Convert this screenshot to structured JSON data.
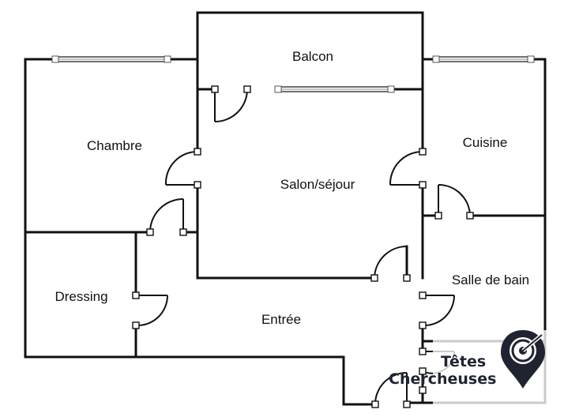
{
  "rooms": {
    "balcon": "Balcon",
    "chambre": "Chambre",
    "cuisine": "Cuisine",
    "salon": "Salon/séjour",
    "dressing": "Dressing",
    "salle_de_bain": "Salle de bain",
    "entree": "Entrée"
  },
  "logo": {
    "line1": "Têtes",
    "line2": "Chercheuses"
  },
  "colors": {
    "walls": "#111111",
    "background": "#ffffff",
    "logo_text": "#1f2430"
  }
}
